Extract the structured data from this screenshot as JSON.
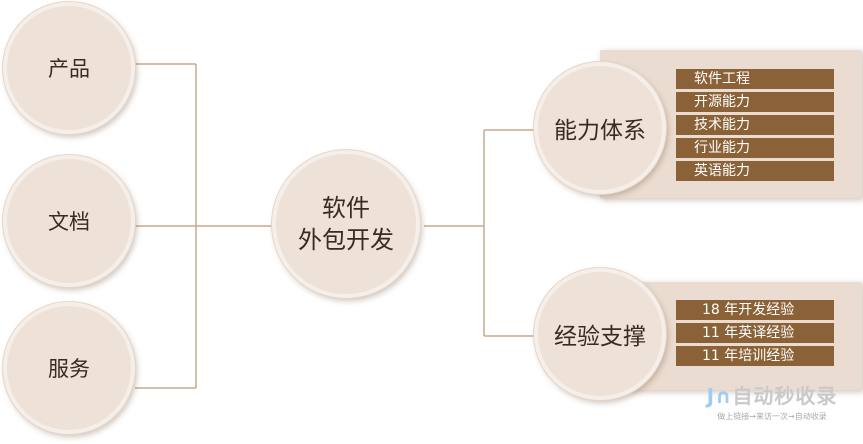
{
  "left_nodes": [
    "产品",
    "文档",
    "服务"
  ],
  "center_node": {
    "line1": "软件",
    "line2": "外包开发"
  },
  "capability": {
    "title": "能力体系",
    "items": [
      "软件工程",
      "开源能力",
      "技术能力",
      "行业能力",
      "英语能力"
    ]
  },
  "experience": {
    "title": "经验支撑",
    "items": [
      "18 年开发经验",
      "11 年英译经验",
      "11 年培训经验"
    ]
  },
  "watermark": {
    "logo": "自动秒收录",
    "tagline": "做上链接→来访一次→自动收录"
  },
  "colors": {
    "node_fill": "#eee1d7",
    "item_fill": "#8b6237",
    "panel_fill": "#eadcd0",
    "connector": "#c9a98c"
  }
}
